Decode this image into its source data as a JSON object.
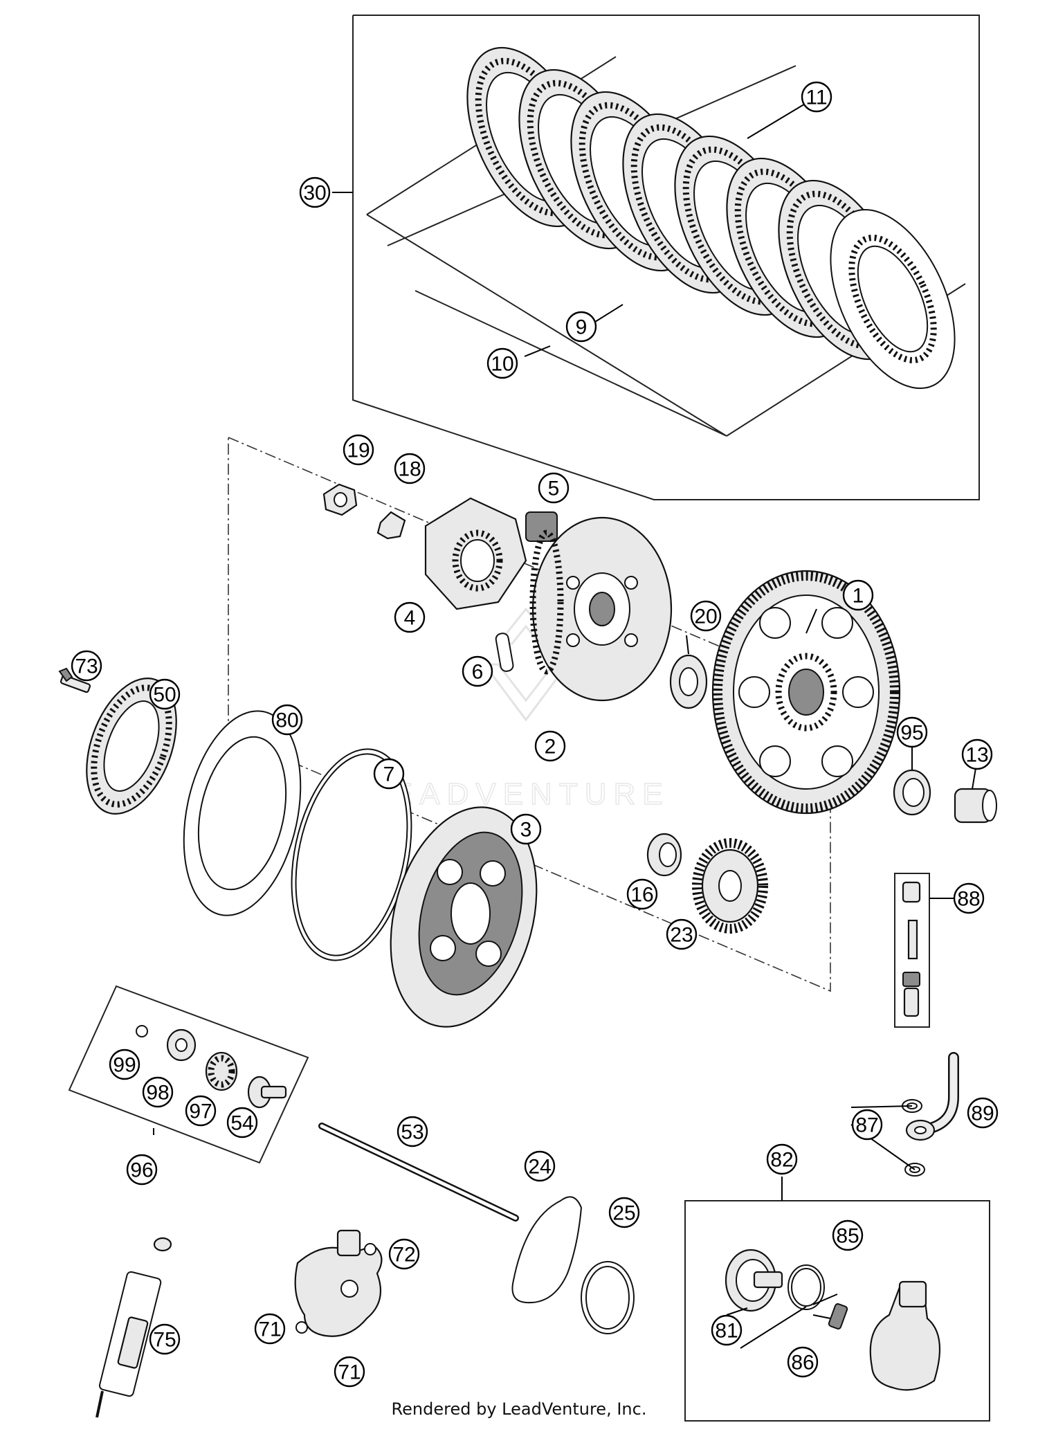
{
  "title": "",
  "callouts": [
    "1",
    "2",
    "3",
    "4",
    "5",
    "6",
    "7",
    "9",
    "10",
    "11",
    "13",
    "16",
    "18",
    "19",
    "20",
    "23",
    "24",
    "25",
    "30",
    "50",
    "53",
    "54",
    "71",
    "71",
    "72",
    "73",
    "75",
    "80",
    "81",
    "82",
    "85",
    "86",
    "87",
    "88",
    "89",
    "95",
    "96",
    "97",
    "98",
    "99"
  ],
  "watermark": "LEADVENTURE",
  "credit": "Rendered by LeadVenture, Inc."
}
